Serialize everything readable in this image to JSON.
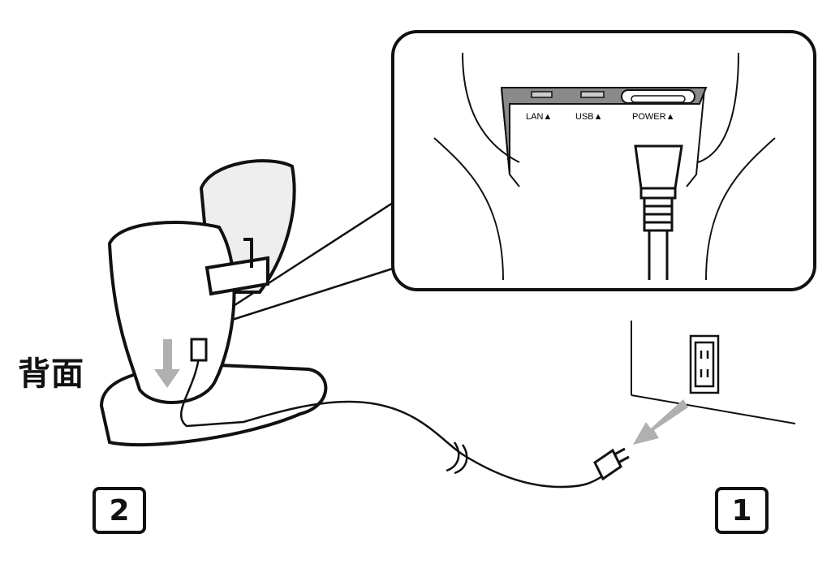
{
  "inset": {
    "ports": [
      {
        "label": "LAN",
        "icon": "arrow-up-icon"
      },
      {
        "label": "USB",
        "icon": "arrow-up-icon"
      },
      {
        "label": "POWER",
        "icon": "arrow-up-icon"
      }
    ]
  },
  "side_label": "背面",
  "steps": [
    "2",
    "1"
  ],
  "colors": {
    "outline": "#111111",
    "panel_gray": "#8a8a8a",
    "arrow_gray": "#b0b0b0",
    "fill_light": "#eeeeee"
  }
}
